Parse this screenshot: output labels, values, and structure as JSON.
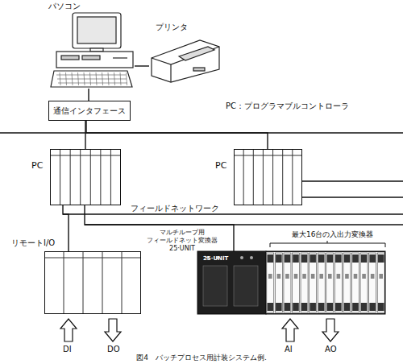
{
  "diagram": {
    "caption": "図4　バッチプロセス用計装システム例.",
    "nodes": [
      {
        "text": [
          "パソコン"
        ]
      },
      {
        "text": [
          "プリンタ"
        ]
      },
      {
        "text": [
          "通信インタフェース"
        ]
      },
      {
        "text": [
          "PC"
        ]
      },
      {
        "text": [
          "PC"
        ]
      },
      {
        "text": [
          "リモートI/O"
        ]
      },
      {
        "text": [
          "マルチループ用 フィールドネット変換器 25·UNIT",
          "25·UNIT"
        ]
      }
    ],
    "edges": [
      {
        "from": 0,
        "to": 1,
        "arrow": "none"
      },
      {
        "from": 0,
        "to": 2,
        "arrow": "none"
      },
      {
        "from": 2,
        "to": 3,
        "arrow": "none"
      },
      {
        "from": 2,
        "to": 4,
        "arrow": "none"
      },
      {
        "from": 3,
        "to": 5,
        "arrow": "none"
      },
      {
        "from": 3,
        "to": 6,
        "arrow": "none"
      }
    ],
    "labels": [
      "PC：プログラマブルコントローラ",
      "フィールドネットワーク",
      "最大16台の入出力変換器",
      "DI",
      "DO",
      "AI",
      "AO"
    ]
  }
}
